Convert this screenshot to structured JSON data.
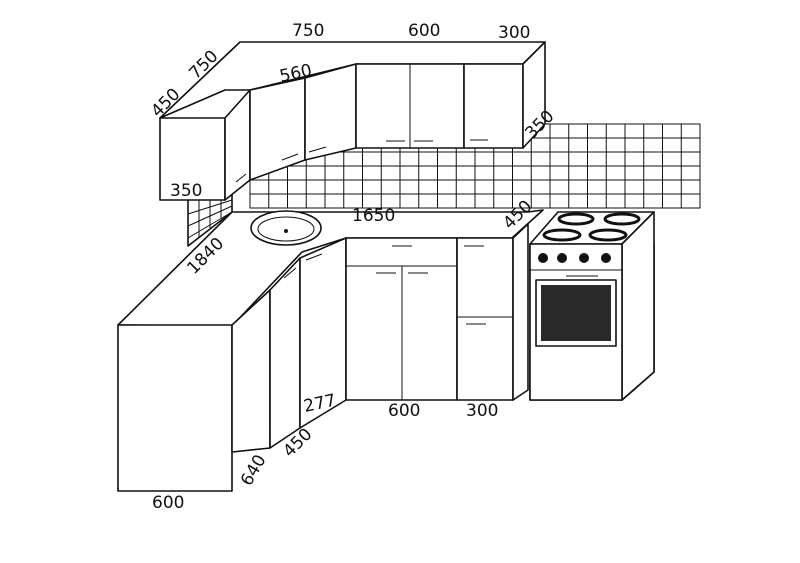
{
  "dimensions": {
    "upper_left_depth": "450",
    "upper_left_width": "750",
    "upper_top_width": "750",
    "upper_600": "600",
    "upper_300": "300",
    "upper_560": "560",
    "upper_depth_right": "350",
    "upper_depth_left": "350",
    "counter_1650": "1650",
    "counter_depth_450": "450",
    "counter_1840": "1840",
    "base_600": "600",
    "base_300": "300",
    "base_277": "277",
    "base_450": "450",
    "base_640": "640",
    "base_left_600": "600"
  }
}
